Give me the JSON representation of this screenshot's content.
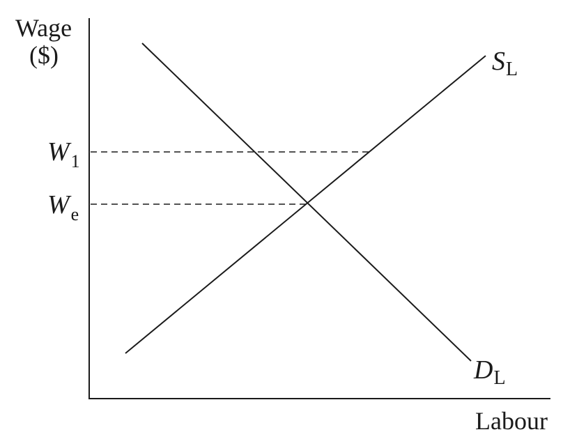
{
  "y_axis": {
    "label_line1": "Wage",
    "label_line2": "($)"
  },
  "x_axis": {
    "label": "Labour"
  },
  "wage_levels": [
    {
      "main": "W",
      "sub": "1"
    },
    {
      "main": "W",
      "sub": "e"
    }
  ],
  "curves": {
    "supply": {
      "main": "S",
      "sub": "L"
    },
    "demand": {
      "main": "D",
      "sub": "L"
    }
  }
}
